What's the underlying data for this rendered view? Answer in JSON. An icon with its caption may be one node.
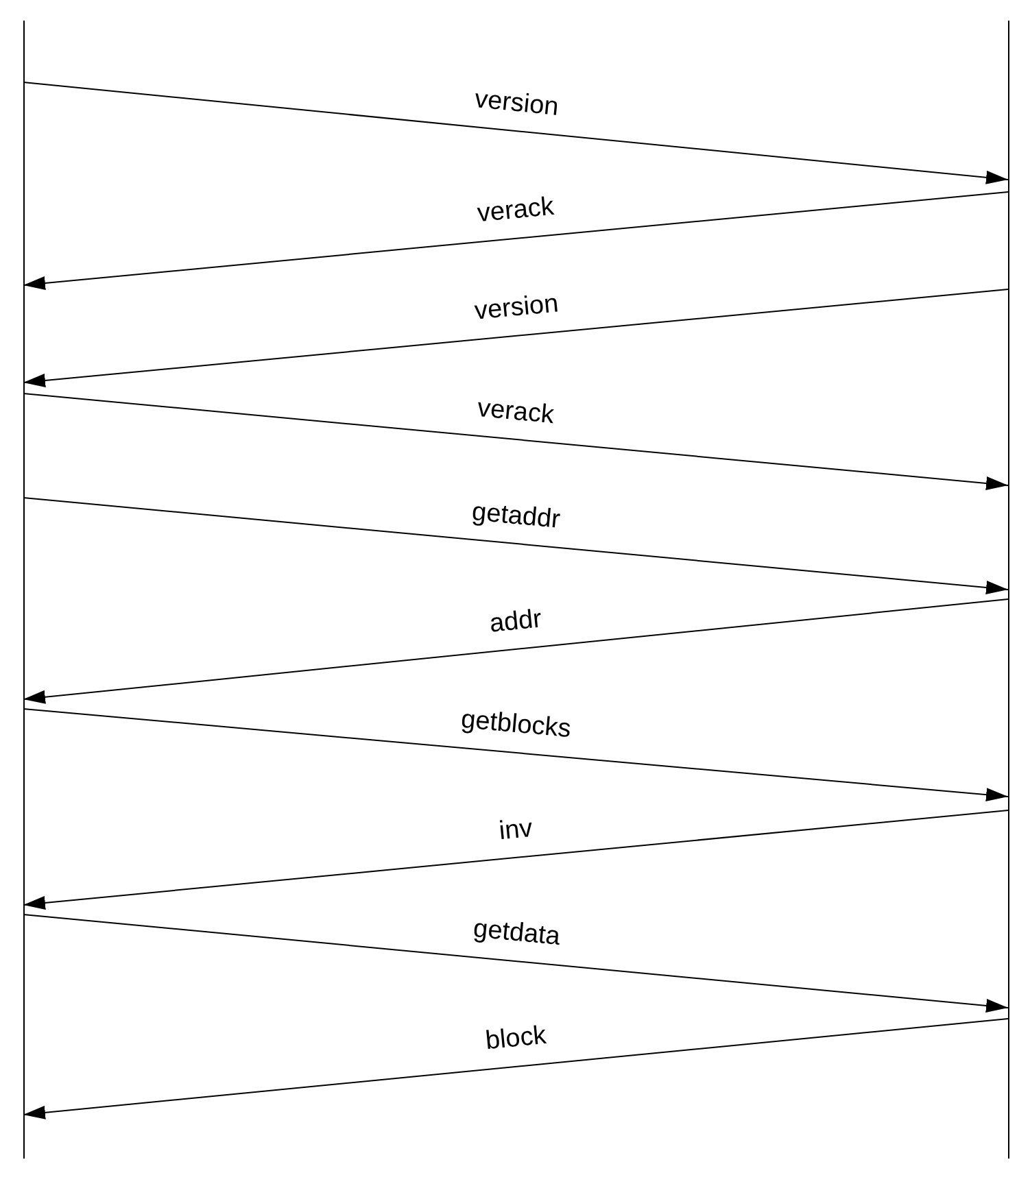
{
  "diagram": {
    "nodes": [
      {
        "text": [],
        "shape": "bar"
      },
      {
        "text": [],
        "shape": "bar"
      }
    ],
    "edges": [
      {
        "from": 0,
        "to": 1,
        "arrow": "to",
        "label": "version"
      },
      {
        "from": 1,
        "to": 0,
        "arrow": "to",
        "label": "verack"
      },
      {
        "from": 1,
        "to": 0,
        "arrow": "to",
        "label": "version"
      },
      {
        "from": 0,
        "to": 1,
        "arrow": "to",
        "label": "verack"
      },
      {
        "from": 0,
        "to": 1,
        "arrow": "to",
        "label": "getaddr"
      },
      {
        "from": 1,
        "to": 0,
        "arrow": "to",
        "label": "addr"
      },
      {
        "from": 0,
        "to": 1,
        "arrow": "to",
        "label": "getblocks"
      },
      {
        "from": 1,
        "to": 0,
        "arrow": "to",
        "label": "inv"
      },
      {
        "from": 0,
        "to": 1,
        "arrow": "to",
        "label": "getdata"
      },
      {
        "from": 1,
        "to": 0,
        "arrow": "to",
        "label": "block"
      }
    ]
  }
}
